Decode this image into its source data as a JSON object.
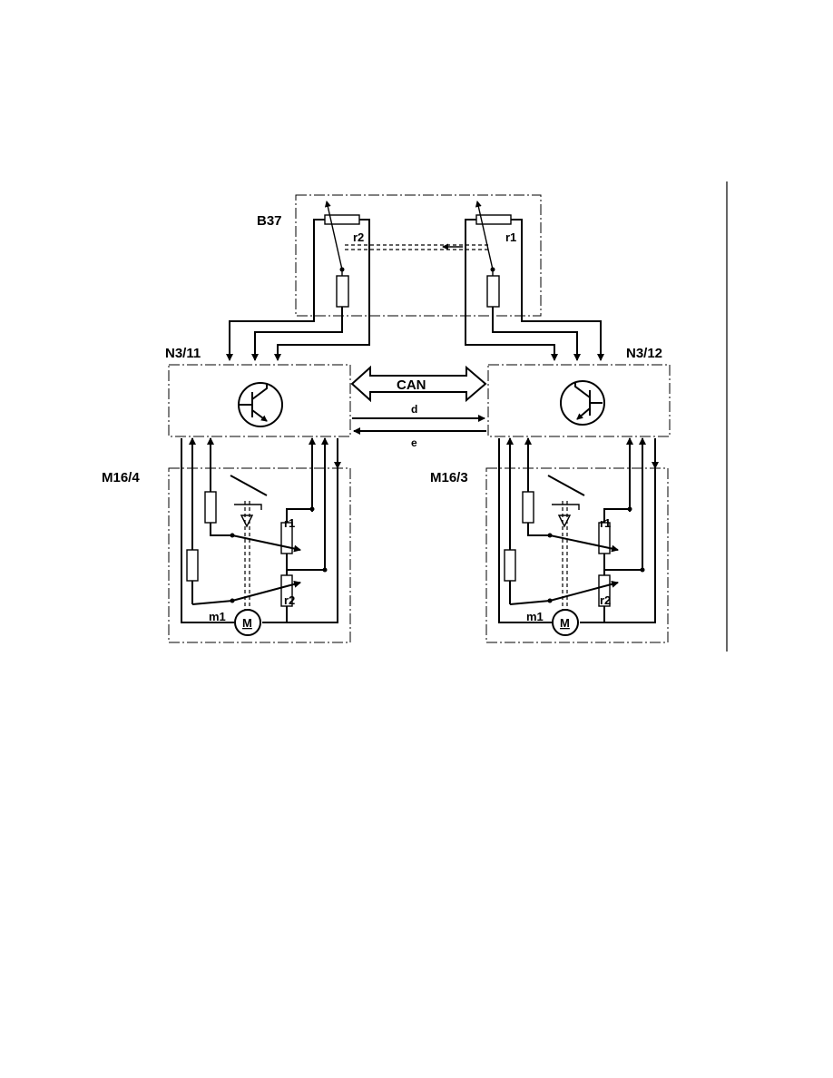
{
  "labels": {
    "sensor": "B37",
    "ctrl_left": "N3/11",
    "ctrl_right": "N3/12",
    "motor_left": "M16/4",
    "motor_right": "M16/3",
    "bus": "CAN",
    "line_d": "d",
    "line_e": "e",
    "r1": "r1",
    "r2": "r2",
    "m1": "m1",
    "motor_symbol": "M"
  }
}
